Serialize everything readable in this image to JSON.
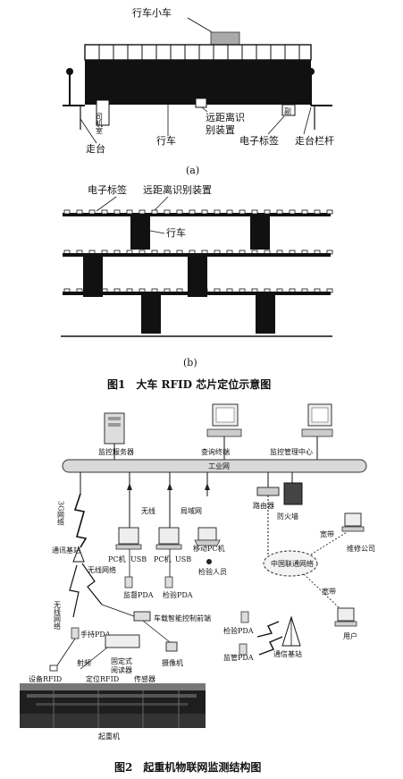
{
  "fig1": {
    "a": {
      "trolley": "行车小车",
      "cab": "司机室",
      "reader": "远距离识别装置",
      "walkway": "走台",
      "crane": "行车",
      "tag": "电子标签",
      "railing": "走台栏杆",
      "small_box": "副",
      "panel": "(a)"
    },
    "b": {
      "tag": "电子标签",
      "reader": "远距离识别装置",
      "crane": "行车",
      "panel": "(b)"
    },
    "caption": "图1　大车 RFID 芯片定位示意图"
  },
  "fig2": {
    "monitor_server": "监控服务器",
    "query_terminal": "查询终端",
    "control_center": "监控管理中心",
    "lan_bar": "工业网",
    "net_3g": "3G网络",
    "wireless": "无线",
    "lan": "局域网",
    "router": "路由器",
    "firewall": "防火墙",
    "base_station": "通讯基站",
    "wireless_net": "无线网络",
    "wireless_net2": "无线网络",
    "pc1": "PC机",
    "usb1": "USB",
    "pc2": "PC机",
    "usb2": "USB",
    "mobile_pc": "移动PC机",
    "inspector": "检验人员",
    "broadband1": "宽带",
    "repair_co": "维修公司",
    "internet": "中国联通网络",
    "monitor_pda": "监督PDA",
    "check_pda": "检验PDA",
    "vehicle_ctrl": "车载智能控制前端",
    "broadband2": "宽带",
    "handheld_pda": "手持PDA",
    "check_pda2": "检验PDA",
    "user": "用户",
    "supervise_pda": "监管PDA",
    "comm_station": "通信基站",
    "fixed_reader_1": "固定式",
    "fixed_reader_2": "阅读器",
    "camera": "摄像机",
    "rf": "射频",
    "device_rfid": "设备RFID",
    "locate_rfid": "定位RFID",
    "sensor": "传感器",
    "crane_photo": "起重机",
    "caption": "图2　起重机物联网监测结构图"
  }
}
